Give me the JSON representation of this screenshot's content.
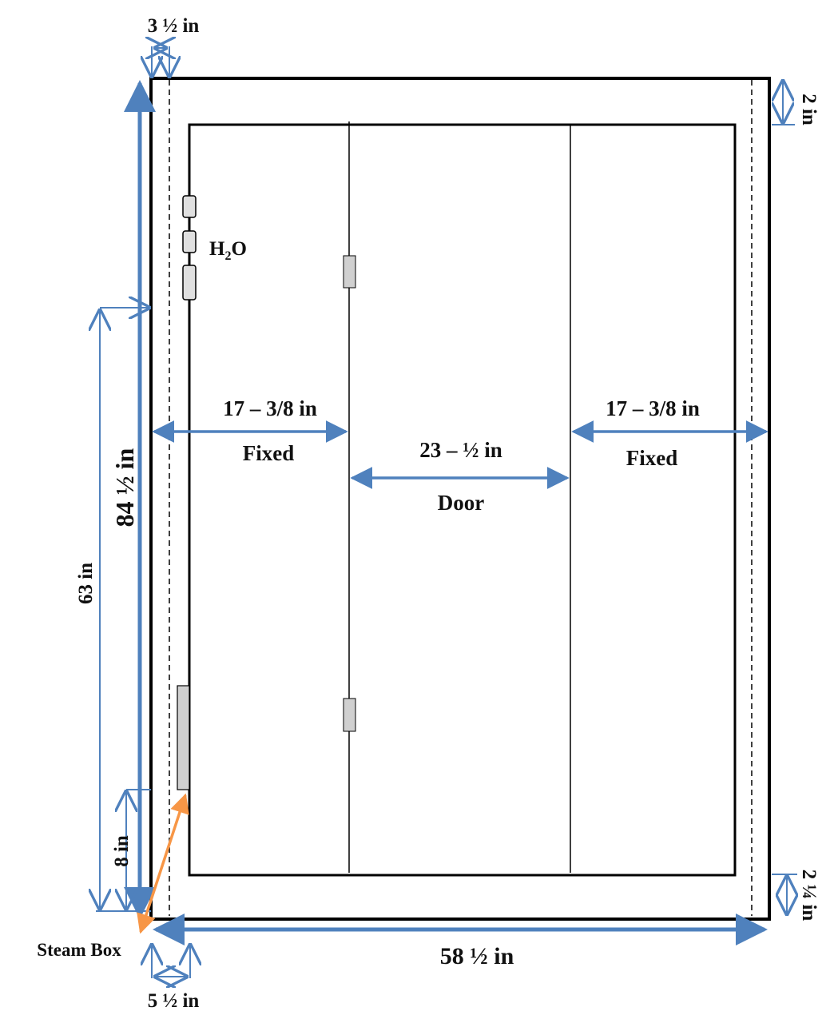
{
  "title": "Steam room plan view",
  "colors": {
    "dimension": "#4f81bd",
    "pointer": "#f79646",
    "outline": "#000000",
    "fixture": "#d0d0d0"
  },
  "labels": {
    "top_offset": "3 ½ in",
    "top_right": "2 in",
    "bottom_right": "2 ¼ in",
    "overall_height": "84 ½ in",
    "control_height": "63 in",
    "steam_height": "8 in",
    "overall_width": "58 ½ in",
    "steam_offset": "5 ½ in",
    "steam_box": "Steam Box",
    "water": "H",
    "water_sub": "2",
    "water_tail": "O",
    "left_panel_width": "17 – 3/8 in",
    "left_panel_type": "Fixed",
    "door_width": "23 – ½ in",
    "door_type": "Door",
    "right_panel_width": "17 – 3/8 in",
    "right_panel_type": "Fixed"
  }
}
